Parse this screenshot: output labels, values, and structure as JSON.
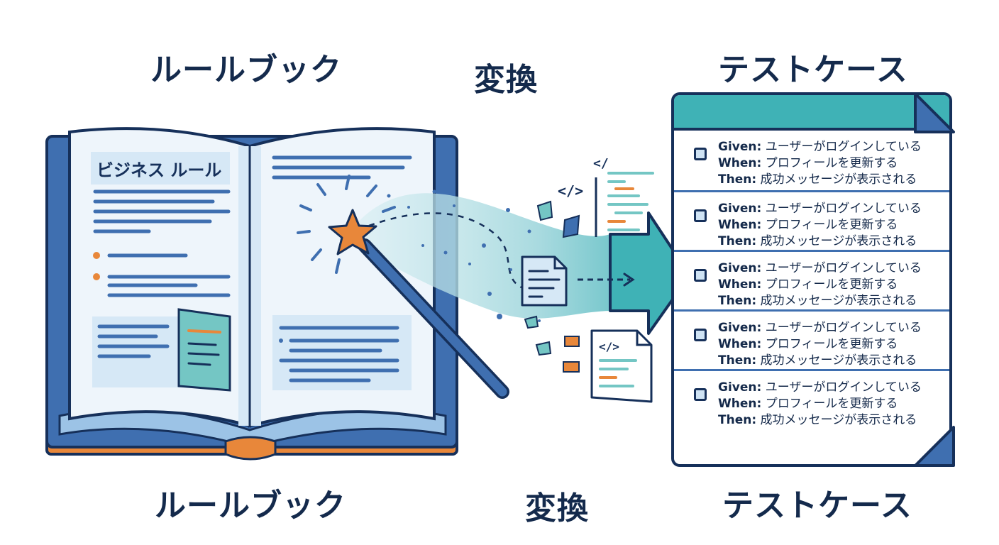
{
  "headings": {
    "rulebook_top": "ルールブック",
    "transform_top": "変換",
    "testcases_top": "テストケース",
    "rulebook_bottom": "ルールブック",
    "transform_bottom": "変換",
    "testcases_bottom": "テストケース"
  },
  "book": {
    "page_title": "ビジネス ルール"
  },
  "test_cases": [
    {
      "given_kw": "Given:",
      "given": "ユーザーがログインしている",
      "when_kw": "When:",
      "when": "プロフィールを更新する",
      "then_kw": "Then:",
      "then": "成功メッセージが表示される"
    },
    {
      "given_kw": "Given:",
      "given": "ユーザーがログインしている",
      "when_kw": "When:",
      "when": "プロフィールを更新する",
      "then_kw": "Then:",
      "then": "成功メッセージが表示される"
    },
    {
      "given_kw": "Given:",
      "given": "ユーザーがログインしている",
      "when_kw": "When:",
      "when": "プロフィールを更新する",
      "then_kw": "Then:",
      "then": "成功メッセージが表示される"
    },
    {
      "given_kw": "Given:",
      "given": "ユーザーがログインしている",
      "when_kw": "When:",
      "when": "プロフィールを更新する",
      "then_kw": "Then:",
      "then": "成功メッセージが表示される"
    },
    {
      "given_kw": "Given:",
      "given": "ユーザーがログインしている",
      "when_kw": "When:",
      "when": "プロフィールを更新する",
      "then_kw": "Then:",
      "then": "成功メッセージが表示される"
    }
  ],
  "colors": {
    "navy": "#16305a",
    "blue": "#3f6fb0",
    "light_blue": "#d6e8f6",
    "teal": "#3fb2b6",
    "orange": "#e8873a"
  },
  "icons": [
    "book-icon",
    "magic-wand-icon",
    "sparkle-burst-icon",
    "flow-arrow-icon",
    "document-icon",
    "code-file-icon",
    "checkbox-icon"
  ]
}
